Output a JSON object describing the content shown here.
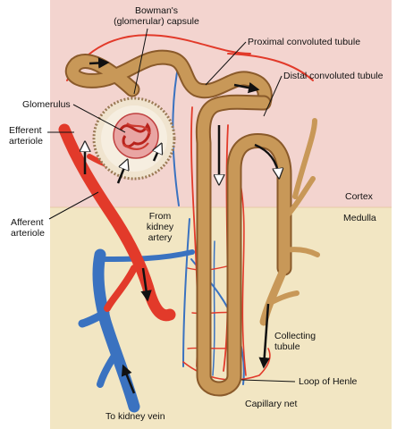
{
  "regions": {
    "cortex": "Cortex",
    "medulla": "Medulla"
  },
  "labels": {
    "bowmans_capsule": {
      "line1": "Bowman's",
      "line2": "(glomerular) capsule"
    },
    "proximal_tubule": "Proximal convoluted tubule",
    "distal_tubule": "Distal convoluted tubule",
    "glomerulus": "Glomerulus",
    "efferent_arteriole": {
      "line1": "Efferent",
      "line2": "arteriole"
    },
    "afferent_arteriole": {
      "line1": "Afferent",
      "line2": "arteriole"
    },
    "from_kidney_artery": {
      "line1": "From",
      "line2": "kidney",
      "line3": "artery"
    },
    "collecting_tubule": {
      "line1": "Collecting",
      "line2": "tubule"
    },
    "loop_of_henle": "Loop of Henle",
    "capillary_net": "Capillary net",
    "to_kidney_vein": "To kidney vein"
  },
  "colors": {
    "cortex_bg": "#f3d4cf",
    "medulla_bg": "#f2e6c3",
    "tubule": "#c89858",
    "tubule_dark": "#8a5a2a",
    "artery": "#e23a2a",
    "vein": "#3a72c0"
  }
}
